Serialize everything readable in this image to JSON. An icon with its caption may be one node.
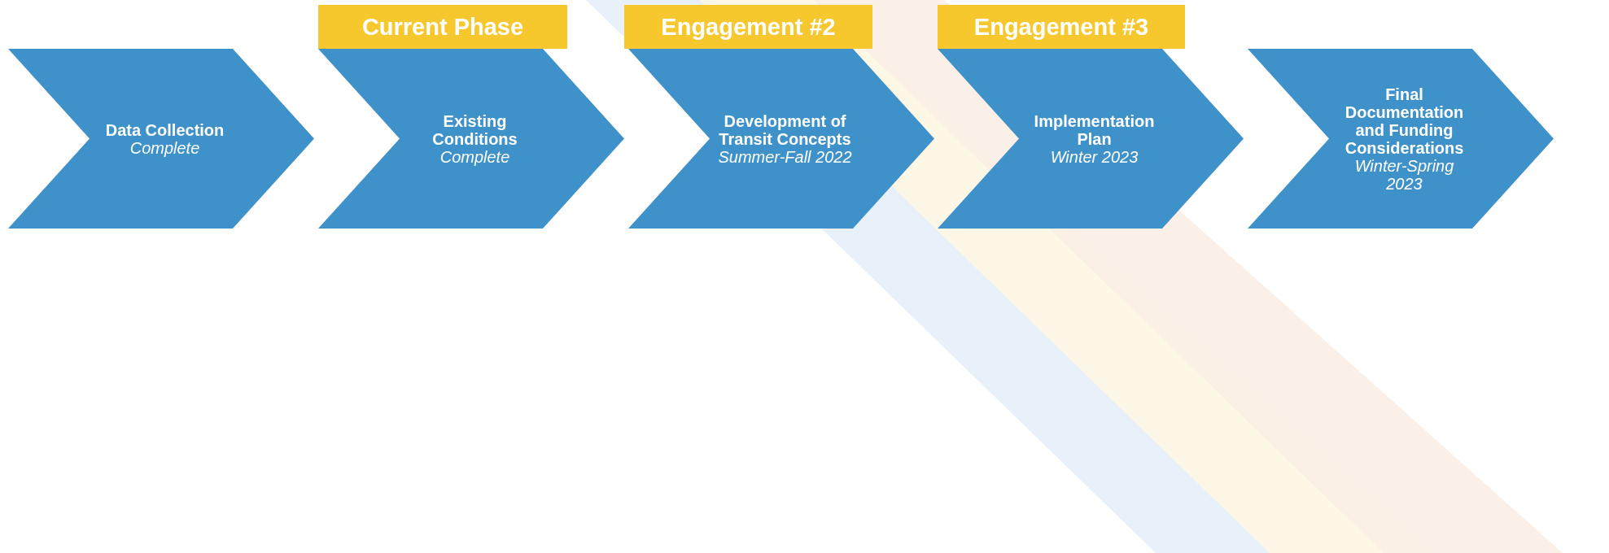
{
  "diagram": {
    "nodes": [
      {
        "text": [
          "Data Collection",
          "Complete"
        ]
      },
      {
        "text": [
          "Existing Conditions",
          "Complete"
        ],
        "beside": [
          "Current Phase"
        ]
      },
      {
        "text": [
          "Development of Transit Concepts",
          "Summer-Fall 2022"
        ],
        "beside": [
          "Engagement #2"
        ]
      },
      {
        "text": [
          "Implementation Plan",
          "Winter 2023"
        ],
        "beside": [
          "Engagement #3"
        ]
      },
      {
        "text": [
          "Final Documentation and Funding Considerations",
          "Winter-Spring 2023"
        ]
      }
    ]
  }
}
